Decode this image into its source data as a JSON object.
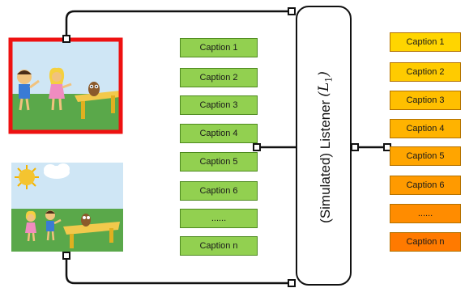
{
  "listener": {
    "prefix": "(Simulated) Listener",
    "symbol": "(L",
    "subscript": "1",
    "close": ")"
  },
  "green_captions": [
    "Caption 1",
    "Caption 2",
    "Caption 3",
    "Caption 4",
    "Caption 5",
    "Caption 6",
    "......",
    "Caption n"
  ],
  "orange_captions": [
    "Caption 1",
    "Caption 2",
    "Caption 3",
    "Caption 4",
    "Caption 5",
    "Caption 6",
    "......",
    "Caption n"
  ],
  "orange_colors": [
    "#ffd500",
    "#ffcb00",
    "#ffbf00",
    "#ffb300",
    "#ffa500",
    "#ff9a00",
    "#ff8c00",
    "#ff7a00"
  ],
  "colors": {
    "green": "#92d050",
    "target_frame": "#ee1111",
    "line": "#111111"
  }
}
